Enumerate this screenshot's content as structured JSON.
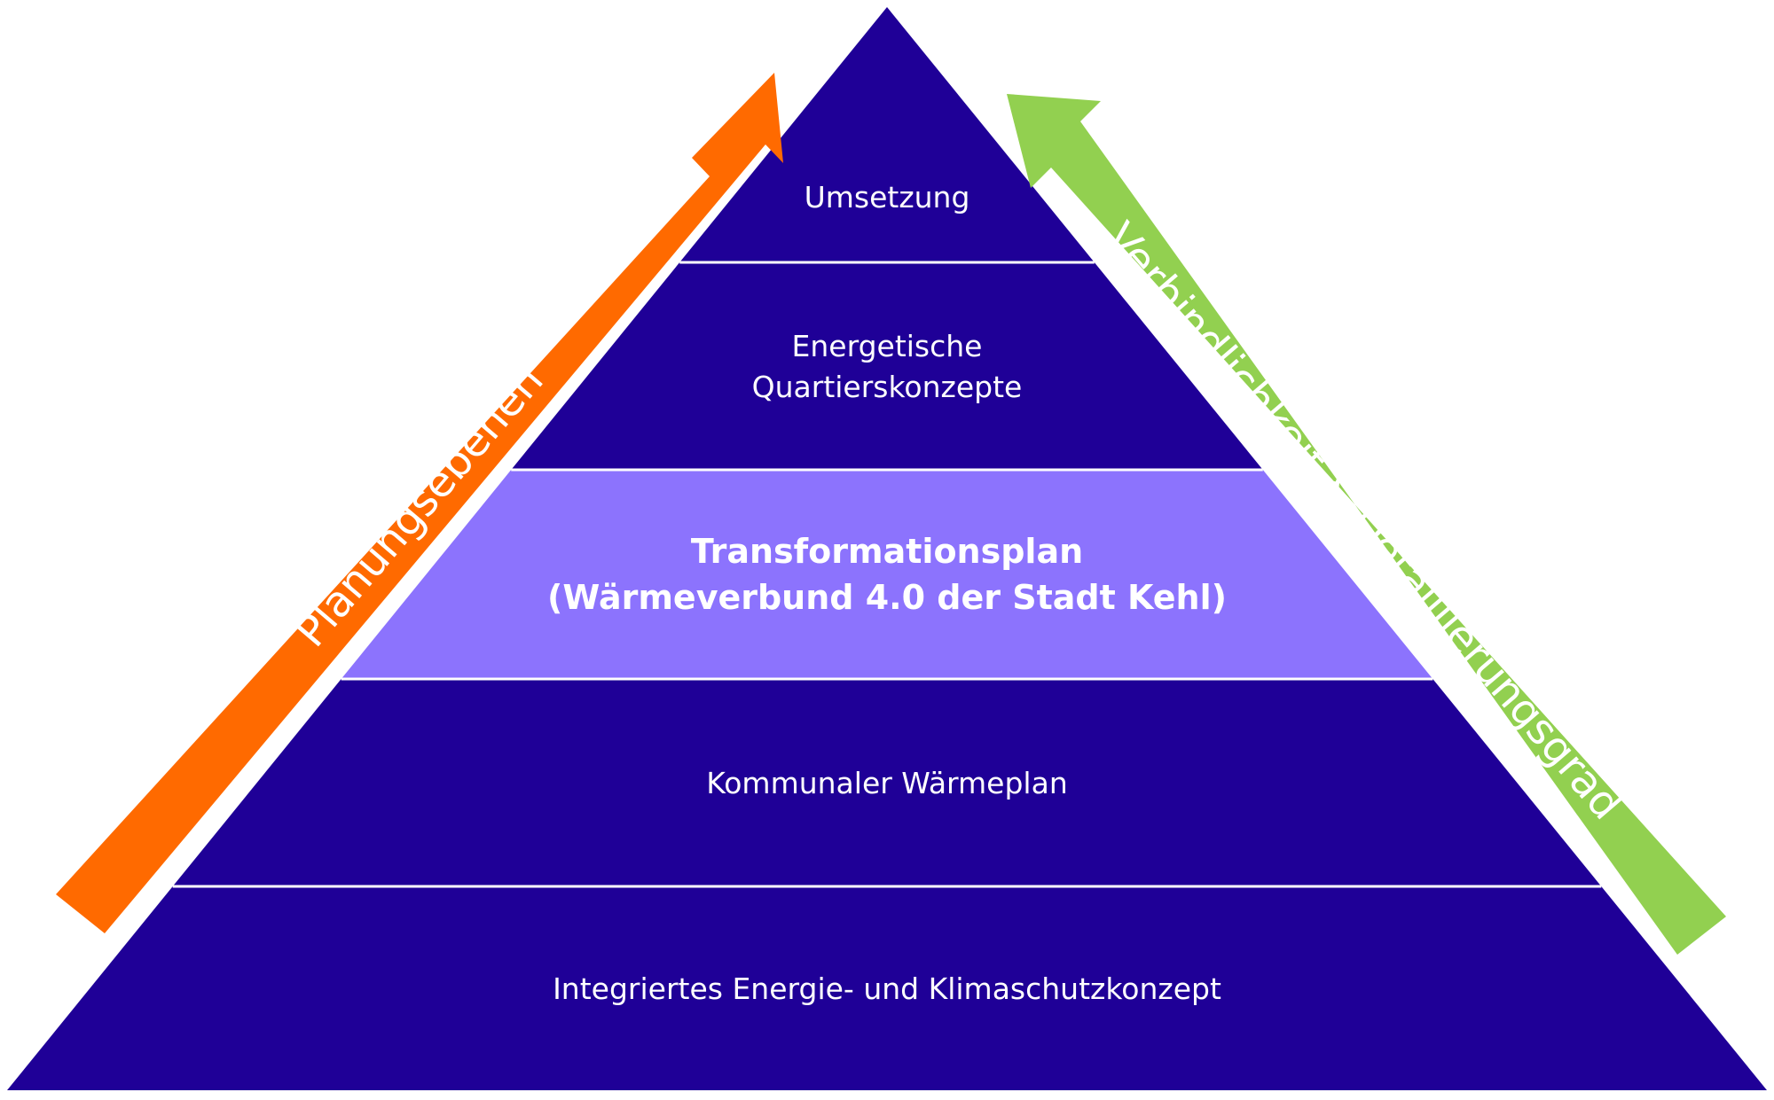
{
  "colors": {
    "pyramid_dark": "#1f0097",
    "pyramid_highlight": "#8c73fd",
    "separator": "#ffffff",
    "arrow_left": "#ff6a00",
    "arrow_right": "#92d050",
    "text": "#ffffff"
  },
  "levels": [
    {
      "lines": [
        "Umsetzung"
      ],
      "highlight": false
    },
    {
      "lines": [
        "Energetische",
        "Quartierskonzepte"
      ],
      "highlight": false
    },
    {
      "lines": [
        "Transformationsplan",
        "(Wärmeverbund 4.0 der Stadt Kehl)"
      ],
      "highlight": true
    },
    {
      "lines": [
        "Kommunaler Wärmeplan"
      ],
      "highlight": false
    },
    {
      "lines": [
        "Integriertes Energie- und Klimaschutzkonzept"
      ],
      "highlight": false
    }
  ],
  "arrows": {
    "left": {
      "label": "Planungsebenen",
      "direction": "up"
    },
    "right": {
      "label": "Verbindlichkeit & Detaillierungsgrad",
      "direction": "up"
    }
  }
}
